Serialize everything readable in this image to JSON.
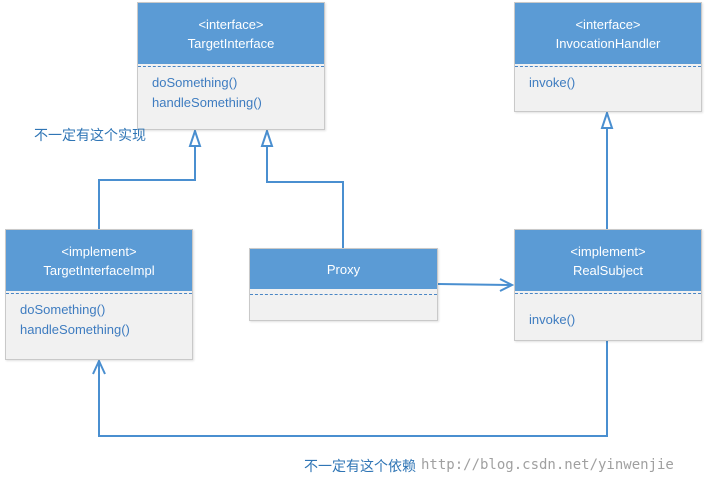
{
  "boxes": {
    "target_interface": {
      "stereotype": "<interface>",
      "name": "TargetInterface",
      "methods": [
        "doSomething()",
        "handleSomething()"
      ]
    },
    "invocation_handler": {
      "stereotype": "<interface>",
      "name": "InvocationHandler",
      "methods": [
        "invoke()"
      ]
    },
    "target_interface_impl": {
      "stereotype": "<implement>",
      "name": "TargetInterfaceImpl",
      "methods": [
        "doSomething()",
        "handleSomething()"
      ]
    },
    "proxy": {
      "name": "Proxy"
    },
    "real_subject": {
      "stereotype": "<implement>",
      "name": "RealSubject",
      "methods": [
        "invoke()"
      ]
    }
  },
  "notes": {
    "not_necessarily_implementation": "不一定有这个实现",
    "not_necessarily_dependency": "不一定有这个依赖"
  },
  "watermark": "http://blog.csdn.net/yinwenjie",
  "colors": {
    "header_blue": "#5b9bd5",
    "line_blue": "#4a8fd0",
    "box_fill": "#f1f1f1",
    "note_text": "#2f75b5"
  }
}
